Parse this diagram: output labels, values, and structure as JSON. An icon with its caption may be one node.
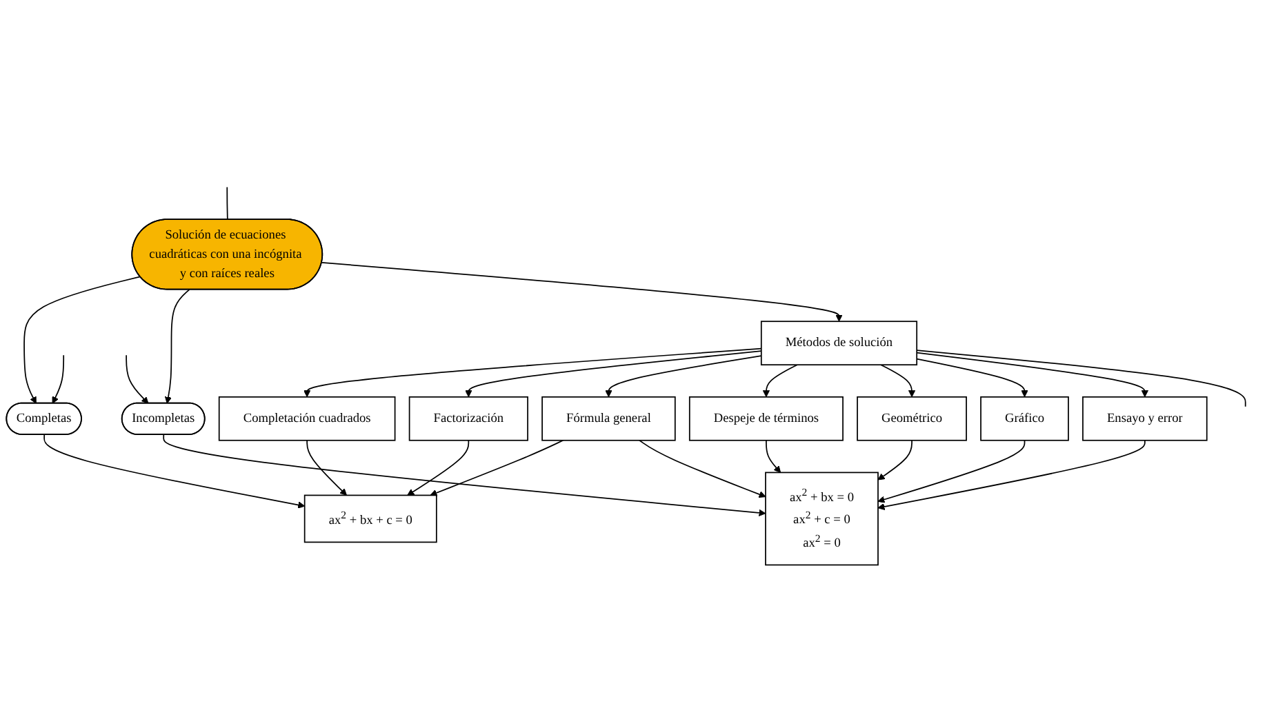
{
  "diagram": {
    "nodes": [
      {
        "text": [
          "Solución de ecuaciones cuadráticas con una incógnita y con raíces reales"
        ]
      },
      {
        "text": [
          "Completas"
        ]
      },
      {
        "text": [
          "Incompletas"
        ]
      },
      {
        "text": [
          "ax$^{2}$ + bx + c = 0"
        ]
      },
      {
        "text": [
          "ax$^{2}$ + bx = 0",
          "ax$^{2}$ + c = 0",
          "ax$^{2}$ = 0"
        ]
      },
      {
        "text": [
          "Métodos de solución"
        ]
      },
      {
        "text": [
          "Completación cuadrados"
        ]
      },
      {
        "text": [
          "Factorización"
        ]
      },
      {
        "text": [
          "Fórmula general"
        ]
      },
      {
        "text": [
          "Despeje de términos"
        ]
      },
      {
        "text": [
          "Geométrico"
        ]
      },
      {
        "text": [
          "Gráfico"
        ]
      },
      {
        "text": [
          "Ensayo y error"
        ]
      }
    ],
    "edges": [
      {
        "from": null,
        "to": 1,
        "arrow": "to"
      },
      {
        "from": null,
        "to": 0,
        "arrow": "none"
      },
      {
        "from": null,
        "to": 2,
        "arrow": "to"
      },
      {
        "from": 0,
        "to": 1,
        "arrow": "to"
      },
      {
        "from": 0,
        "to": 2,
        "arrow": "to"
      },
      {
        "from": 1,
        "to": 3,
        "arrow": "to"
      },
      {
        "from": 2,
        "to": 4,
        "arrow": "to"
      },
      {
        "from": 0,
        "to": 5,
        "arrow": "to"
      },
      {
        "from": 5,
        "to": 6,
        "arrow": "to"
      },
      {
        "from": 5,
        "to": 7,
        "arrow": "to"
      },
      {
        "from": 5,
        "to": 8,
        "arrow": "to"
      },
      {
        "from": 5,
        "to": 9,
        "arrow": "to"
      },
      {
        "from": 5,
        "to": 10,
        "arrow": "to"
      },
      {
        "from": 5,
        "to": 11,
        "arrow": "to"
      },
      {
        "from": 5,
        "to": 12,
        "arrow": "to"
      },
      {
        "from": 5,
        "to": null,
        "arrow": "none"
      },
      {
        "from": 6,
        "to": 3,
        "arrow": "to"
      },
      {
        "from": 7,
        "to": 3,
        "arrow": "to"
      },
      {
        "from": 8,
        "to": 3,
        "arrow": "to"
      },
      {
        "from": 8,
        "to": 4,
        "arrow": "to"
      },
      {
        "from": 9,
        "to": 4,
        "arrow": "to"
      },
      {
        "from": 10,
        "to": 4,
        "arrow": "to"
      },
      {
        "from": 11,
        "to": 4,
        "arrow": "to"
      },
      {
        "from": 12,
        "to": 4,
        "arrow": "to"
      }
    ]
  }
}
